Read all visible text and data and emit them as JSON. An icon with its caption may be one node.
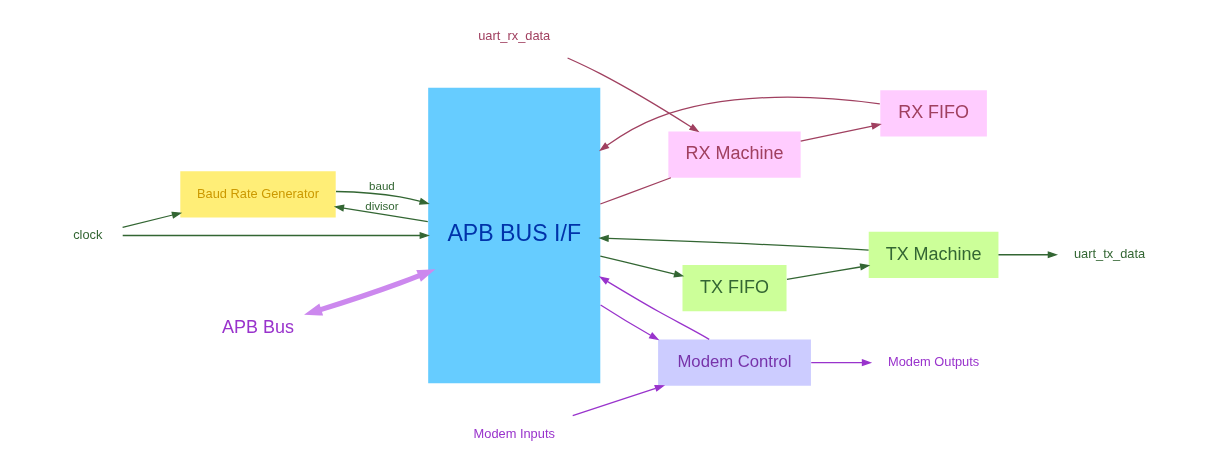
{
  "diagram": {
    "nodes": [
      {
        "text": [
          "Baud Rate Generator"
        ]
      },
      {
        "text": [
          "APB BUS I/F"
        ]
      },
      {
        "text": [
          "clock"
        ]
      },
      {
        "text": [
          "APB Bus"
        ]
      },
      {
        "text": [
          "TX FIFO"
        ]
      },
      {
        "text": [
          "TX Machine"
        ]
      },
      {
        "text": [
          "uart_tx_data"
        ]
      },
      {
        "text": [
          "RX FIFO"
        ]
      },
      {
        "text": [
          "RX Machine"
        ]
      },
      {
        "text": [
          "uart_rx_data"
        ]
      },
      {
        "text": [
          "Modem Control"
        ]
      },
      {
        "text": [
          "Modem Outputs"
        ]
      },
      {
        "text": [
          "Modem Inputs"
        ]
      }
    ],
    "edges": [
      {
        "from": 2,
        "to": 1,
        "arrow": "to"
      },
      {
        "from": 2,
        "to": 0,
        "arrow": "to"
      },
      {
        "from": 0,
        "to": 1,
        "arrow": "to",
        "label": "baud"
      },
      {
        "from": 1,
        "to": 0,
        "arrow": "to",
        "label": "divisor"
      },
      {
        "from": 5,
        "to": 1,
        "arrow": "to"
      },
      {
        "from": 1,
        "to": 4,
        "arrow": "to"
      },
      {
        "from": 4,
        "to": 5,
        "arrow": "to"
      },
      {
        "from": 5,
        "to": 6,
        "arrow": "to"
      },
      {
        "from": 3,
        "to": 1,
        "arrow": "both",
        "style": "thick",
        "color": "#cc88ee"
      },
      {
        "from": 7,
        "to": 1,
        "arrow": "to",
        "color": "#a04060"
      },
      {
        "from": 8,
        "to": 7,
        "arrow": "to",
        "color": "#a04060"
      },
      {
        "from": 9,
        "to": 8,
        "arrow": "to",
        "color": "#a04060"
      },
      {
        "from": 1,
        "to": 8,
        "arrow": "none",
        "color": "#a04060"
      },
      {
        "from": 1,
        "to": 10,
        "arrow": "to",
        "color": "#9933cc"
      },
      {
        "from": 10,
        "to": 1,
        "arrow": "to",
        "color": "#9933cc"
      },
      {
        "from": 10,
        "to": 11,
        "arrow": "to",
        "color": "#9933cc"
      },
      {
        "from": 12,
        "to": 10,
        "arrow": "to",
        "color": "#9933cc"
      }
    ]
  }
}
